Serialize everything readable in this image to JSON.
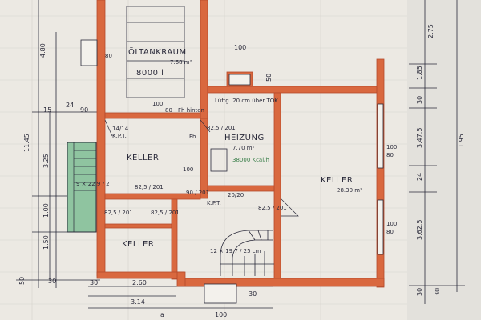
{
  "colors": {
    "paper": "#ece9e3",
    "wall": "#d9683f",
    "wall_edge": "#b54a2c",
    "stair_green": "#8fc4a0",
    "ink": "#2a2a3a",
    "grid": "#c9c6c0",
    "note_green": "#3a7f4a"
  },
  "rooms": {
    "oltank": "ÖLTANKRAUM",
    "oltank_area": "7.68 m²",
    "oltank_volume": "8000 l",
    "heizung": "HEIZUNG",
    "heizung_area": "7.70 m²",
    "heizung_note": "38000 Kcal/h",
    "keller_left": "KELLER",
    "keller_right": "KELLER",
    "keller_right_area": "28.30 m²",
    "keller_small": "KELLER",
    "stair_note": "12 × 19.7 / 25 cm"
  },
  "annotations": {
    "luftung": "Lüftg. 20 cm über TOK",
    "fh": "Fh hinten",
    "fh2": "Fh",
    "kpt1": "K.P.T.",
    "kpt2": "K.P.T.",
    "door_1": "14/14",
    "door_2": "82,5 / 201",
    "door_3": "82,5 / 201",
    "door_4": "82,5 / 201",
    "door_5": "82,5 / 201",
    "door_6": "82,5 / 201",
    "win_100_1": "100",
    "win_100_2": "100",
    "win_100_3": "100",
    "win_100_4": "100",
    "win_80_1": "80",
    "win_80_2": "80",
    "win_80_3": "80",
    "win_80_4": "80",
    "stair_lower": "9 × 22,9 / 2",
    "heizung_opening": "20/20",
    "kpt_small": "90 / 201"
  },
  "dimensions": {
    "left_480": "4.80",
    "left_1145": "11.45",
    "left_325": "3.25",
    "left_100": "1.00",
    "left_150": "1.50",
    "left_50": "50",
    "left_30": "30",
    "left_15": "15",
    "left_24": "24",
    "left_90": "90",
    "right_275": "2.75",
    "right_185": "1.85",
    "right_30a": "30",
    "right_30b": "30",
    "right_30c": "30",
    "right_3475": "3.47.5",
    "right_24": "24",
    "right_3625": "3.62.5",
    "right_1195": "11.95",
    "bottom_30": "30",
    "bottom_260": "2.60",
    "bottom_314": "3.14",
    "bottom_a": "a",
    "bottom_100": "100",
    "bottom_30b": "30",
    "top_100": "100",
    "top_50": "50"
  }
}
